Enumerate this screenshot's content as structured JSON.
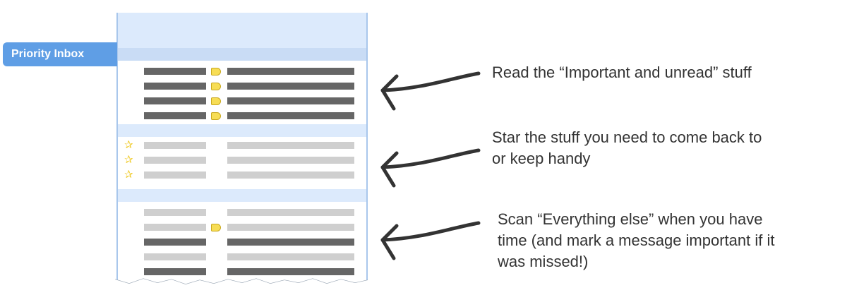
{
  "tab": {
    "label": "Priority Inbox"
  },
  "sections": [
    {
      "name": "important-unread",
      "rows": [
        {
          "left": "dark",
          "tag": true,
          "right": "dark"
        },
        {
          "left": "dark",
          "tag": true,
          "right": "dark"
        },
        {
          "left": "dark",
          "tag": true,
          "right": "dark"
        },
        {
          "left": "dark",
          "tag": true,
          "right": "dark"
        }
      ]
    },
    {
      "name": "starred",
      "rows": [
        {
          "star": true,
          "left": "light",
          "right": "light"
        },
        {
          "star": true,
          "left": "light",
          "right": "light"
        },
        {
          "star": true,
          "left": "light",
          "right": "light"
        }
      ]
    },
    {
      "name": "everything-else",
      "rows": [
        {
          "left": "light",
          "tag": false,
          "right": "light"
        },
        {
          "left": "light",
          "tag": true,
          "right": "light"
        },
        {
          "left": "dark",
          "tag": false,
          "right": "dark"
        },
        {
          "left": "light",
          "tag": false,
          "right": "light"
        },
        {
          "left": "dark",
          "tag": false,
          "right": "dark"
        }
      ]
    }
  ],
  "annotations": [
    {
      "text": "Read the “Important and unread” stuff"
    },
    {
      "text": "Star the stuff you need to come back to\nor keep handy"
    },
    {
      "text": "Scan “Everything else” when you have\ntime (and mark a message important if it\nwas missed!)"
    }
  ],
  "colors": {
    "band": "#dceafc",
    "tab": "#5f9ee5",
    "dark_bar": "#666666",
    "light_bar": "#cfcfcf",
    "tag": "#f7dd55",
    "star": "#f0cc2e"
  }
}
